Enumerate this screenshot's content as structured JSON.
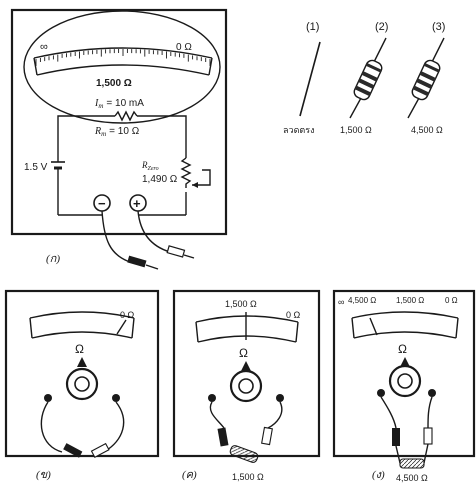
{
  "panel_a": {
    "tag": "(ก)",
    "scale_infinity": "∞",
    "scale_zero": "0 Ω",
    "scale_mid": "1,500 Ω",
    "im_label": "I",
    "im_sub": "m",
    "im_value": "= 10 mA",
    "rm_label": "R",
    "rm_sub": "m",
    "rm_value": "= 10 Ω",
    "battery": "1.5 V",
    "rzero_label": "R",
    "rzero_sub": "Zero",
    "rzero_value": "1,490 Ω",
    "neg_terminal": "−",
    "pos_terminal": "+"
  },
  "components": {
    "items": [
      {
        "index": "(1)",
        "label": "ลวดตรง"
      },
      {
        "index": "(2)",
        "label": "1,500 Ω"
      },
      {
        "index": "(3)",
        "label": "4,500 Ω"
      }
    ]
  },
  "panel_b": {
    "tag": "(ข)",
    "scale_zero": "0 Ω",
    "ohm": "Ω"
  },
  "panel_c": {
    "tag": "(ค)",
    "scale_mid": "1,500 Ω",
    "scale_zero": "0 Ω",
    "ohm": "Ω",
    "resistor_label": "1,500 Ω"
  },
  "panel_d": {
    "tag": "(ง)",
    "scale_inf": "∞",
    "scale_4500": "4,500 Ω",
    "scale_mid": "1,500 Ω",
    "scale_zero": "0 Ω",
    "ohm": "Ω",
    "resistor_label": "4,500 Ω"
  },
  "colors": {
    "ink": "#1a1a1a",
    "paper": "#ffffff",
    "band": "#2a2a2a"
  }
}
